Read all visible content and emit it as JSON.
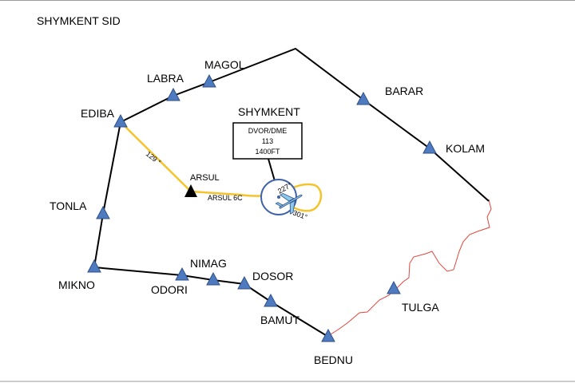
{
  "title": "SHYMKENT SID",
  "station": {
    "name": "SHYMKENT",
    "box_line1": "DVOR/DME",
    "box_line2": "113",
    "box_line3": "1400FT"
  },
  "fix": {
    "name": "ARSUL"
  },
  "route_labels": {
    "arsul_route": "ARSUL 6C",
    "bearing": "129 °",
    "turn1": "227°",
    "turn2": "301°"
  },
  "waypoints": [
    {
      "id": "ediba",
      "name": "EDIBA"
    },
    {
      "id": "labra",
      "name": "LABRA"
    },
    {
      "id": "magol",
      "name": "MAGOL"
    },
    {
      "id": "barar",
      "name": "BARAR"
    },
    {
      "id": "kolam",
      "name": "KOLAM"
    },
    {
      "id": "tonla",
      "name": "TONLA"
    },
    {
      "id": "mikno",
      "name": "MIKNO"
    },
    {
      "id": "odori",
      "name": "ODORI"
    },
    {
      "id": "nimag",
      "name": "NIMAG"
    },
    {
      "id": "dosor",
      "name": "DOSOR"
    },
    {
      "id": "bamut",
      "name": "BAMUT"
    },
    {
      "id": "bednu",
      "name": "BEDNU"
    },
    {
      "id": "tulga",
      "name": "TULGA"
    }
  ],
  "colors": {
    "route": "#000000",
    "sid_track": "#f5c42c",
    "border": "#e0463a",
    "waypoint_fill": "#4e7ac0",
    "waypoint_stroke": "#2f4f86",
    "vor_circle": "#3f63a8",
    "aircraft": "#8cc8ea"
  }
}
